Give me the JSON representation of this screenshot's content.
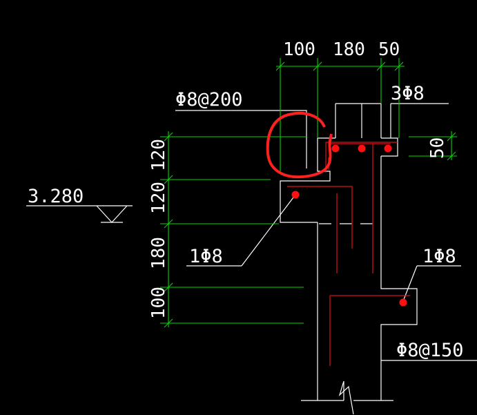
{
  "drawing": {
    "background": "#000000",
    "colors": {
      "outline": "#ffffff",
      "dimension": "#00d800",
      "rebar": "#e01010",
      "highlight": "#ff2020"
    },
    "dimensions_top": [
      "100",
      "180",
      "50"
    ],
    "dimensions_left": [
      "120",
      "120",
      "180",
      "100"
    ],
    "dimension_right": "50",
    "labels": {
      "stirrup_top": "Φ8@200",
      "top_bars": "3Φ8",
      "elevation": "3.280",
      "bar_left": "1Φ8",
      "bar_right": "1Φ8",
      "stirrup_bottom": "Φ8@150"
    }
  }
}
